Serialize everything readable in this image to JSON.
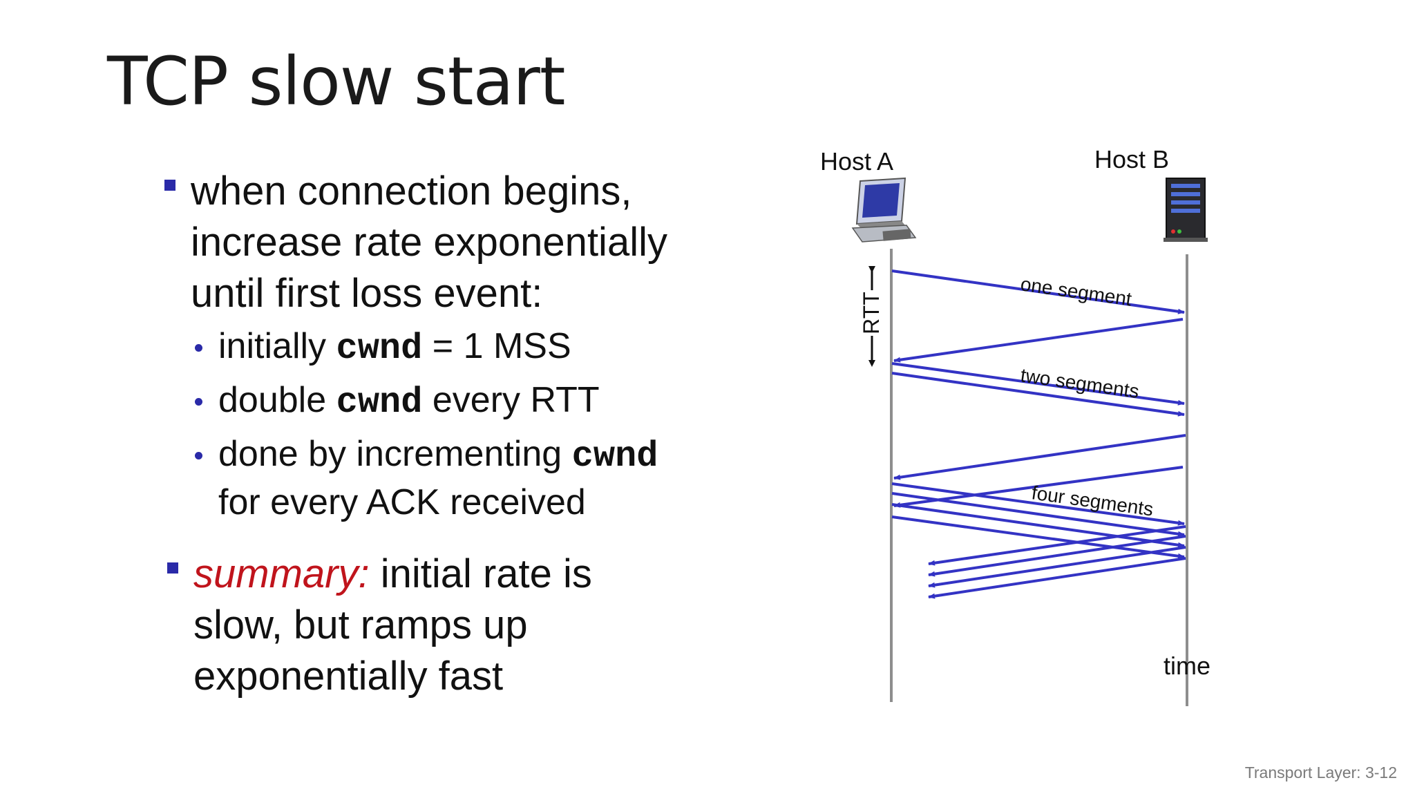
{
  "slide": {
    "title": "TCP slow start",
    "footer": "Transport Layer: 3-12"
  },
  "bullets": {
    "main_lines": [
      "when connection begins,",
      "increase rate exponentially",
      "until first loss event:"
    ],
    "sub1_pre": "initially ",
    "sub1_code": "cwnd",
    "sub1_post": " = 1 MSS",
    "sub2_pre": "double ",
    "sub2_code": "cwnd",
    "sub2_post": " every RTT",
    "sub3_pre": "done by incrementing ",
    "sub3_code": "cwnd",
    "sub3_line2": "for every ACK received",
    "summary_label": "summary:",
    "summary_line1": " initial rate is",
    "summary_line2": "slow, but ramps up",
    "summary_line3": "exponentially fast"
  },
  "diagram": {
    "host_a": "Host A",
    "host_b": "Host B",
    "host_a_icon": "computer-icon",
    "host_b_icon": "server-icon",
    "rtt_label": "RTT",
    "seg1_label": "one segment",
    "seg2_label": "two segments",
    "seg3_label": "four segments",
    "time_label": "time",
    "arrow_color": "#3333c4"
  }
}
